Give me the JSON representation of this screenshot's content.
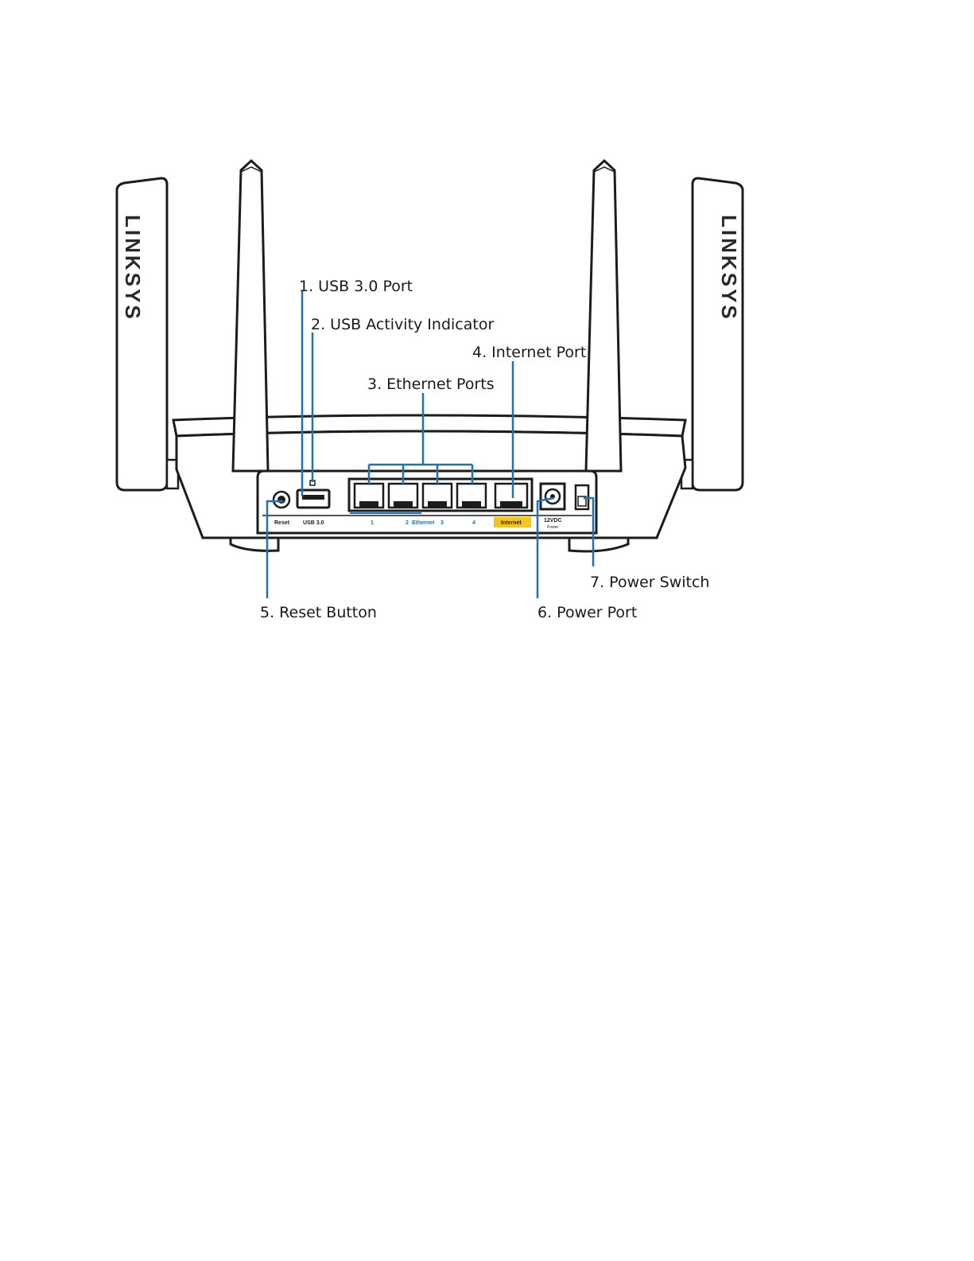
{
  "brand": "LINKSYS",
  "callouts": [
    "1. USB 3.0 Port",
    "2. USB Activity Indicator",
    "3. Ethernet Ports",
    "4. Internet Port",
    "5. Reset Button",
    "6. Power Port",
    "7. Power Switch"
  ],
  "panel_labels": {
    "reset": "Reset",
    "usb": "USB 3.0",
    "eth1": "1",
    "eth2": "2",
    "ethernet": "Ethernet",
    "eth3": "3",
    "eth4": "4",
    "internet": "Internet",
    "power_voltage": "12VDC",
    "power_word": "Power"
  },
  "colors": {
    "callout_line": "#1e73b8",
    "internet_highlight": "#f5c518",
    "device_outline": "#1c1c1c",
    "ethernet_label": "#1e73b8"
  }
}
